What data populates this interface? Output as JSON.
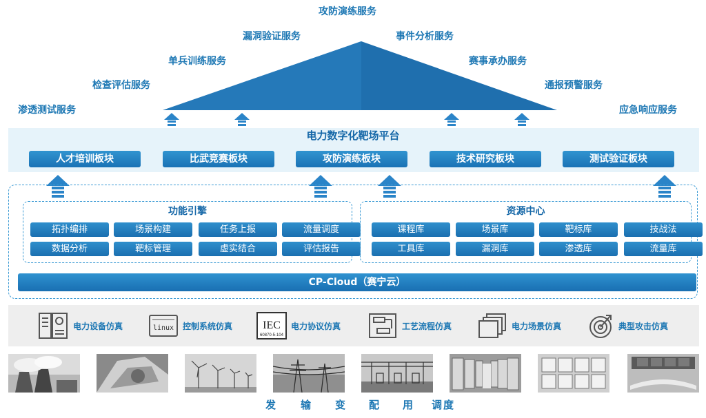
{
  "services": {
    "top": "攻防演练服务",
    "left": [
      "漏洞验证服务",
      "单兵训练服务",
      "检查评估服务",
      "渗透测试服务"
    ],
    "right": [
      "事件分析服务",
      "赛事承办服务",
      "通报预警服务",
      "应急响应服务"
    ]
  },
  "platform": {
    "title": "电力数字化靶场平台",
    "modules": [
      "人才培训板块",
      "比武竞赛板块",
      "攻防演练板块",
      "技术研究板块",
      "测试验证板块"
    ]
  },
  "engine": {
    "title": "功能引擎",
    "items": [
      "拓扑编排",
      "场景构建",
      "任务上报",
      "流量调度",
      "数据分析",
      "靶标管理",
      "虚实结合",
      "评估报告"
    ]
  },
  "resources": {
    "title": "资源中心",
    "items": [
      "课程库",
      "场景库",
      "靶标库",
      "技战法",
      "工具库",
      "漏洞库",
      "渗透库",
      "流量库"
    ]
  },
  "cloud": {
    "label": "CP-Cloud（赛宁云）"
  },
  "simulation": {
    "items": [
      {
        "icon": "power-equipment-icon",
        "label": "电力设备仿真"
      },
      {
        "icon": "linux-icon",
        "label": "控制系统仿真",
        "icon_text": "linux"
      },
      {
        "icon": "iec-icon",
        "label": "电力协议仿真",
        "icon_text": "IEC",
        "icon_sub": "60870-5-104"
      },
      {
        "icon": "process-flow-icon",
        "label": "工艺流程仿真"
      },
      {
        "icon": "scene-stack-icon",
        "label": "电力场景仿真"
      },
      {
        "icon": "target-attack-icon",
        "label": "典型攻击仿真"
      }
    ]
  },
  "photos": [
    "power-plant-photo",
    "generator-photo",
    "wind-turbines-photo",
    "transmission-tower-photo",
    "substation-photo",
    "switchgear-photo",
    "meters-photo",
    "control-room-photo"
  ],
  "bottom_labels": [
    "发",
    "输",
    "变",
    "配",
    "用",
    "调度"
  ],
  "colors": {
    "primary": "#1a72b5",
    "accent_text": "#1e78b4",
    "band": "#e6f3fa",
    "dash": "#3a9ad4"
  }
}
